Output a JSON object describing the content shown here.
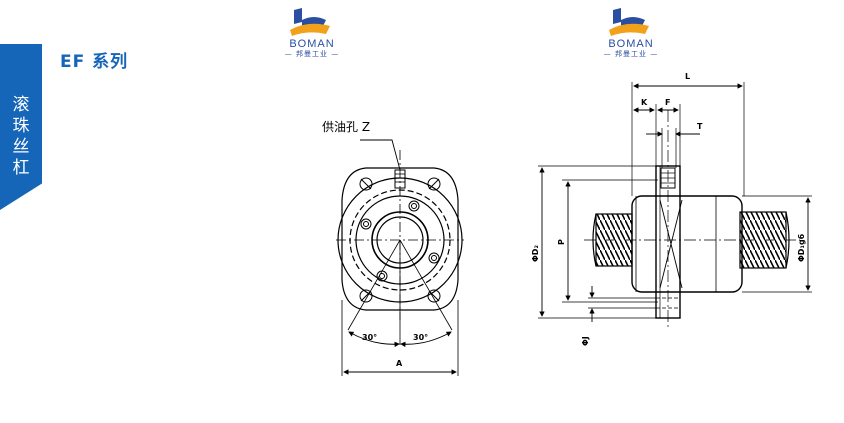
{
  "sidebar": {
    "category_label": "滚珠丝杠",
    "chars": [
      "滚",
      "珠",
      "丝",
      "杠"
    ]
  },
  "header": {
    "series_title": "EF 系列"
  },
  "logos": [
    {
      "brand": "BOMAN",
      "subtitle": "— 邦曼工业 —"
    },
    {
      "brand": "BOMAN",
      "subtitle": "— 邦曼工业 —"
    }
  ],
  "front_view": {
    "oil_hole_label": "供油孔 Z",
    "angle_left": "30°",
    "angle_right": "30°",
    "width_label": "A"
  },
  "side_view": {
    "length_label": "L",
    "k_label": "K",
    "f_label": "F",
    "t_label": "T",
    "outer_dia_label": "ΦD₂",
    "pcd_label": "P",
    "nut_dia_label": "ΦD₁g6",
    "bolt_hole_label": "ΦJ"
  },
  "colors": {
    "accent": "#1565b8",
    "logo": "#2a4fa0",
    "logo_orange": "#f2a11a",
    "line": "#000000"
  }
}
